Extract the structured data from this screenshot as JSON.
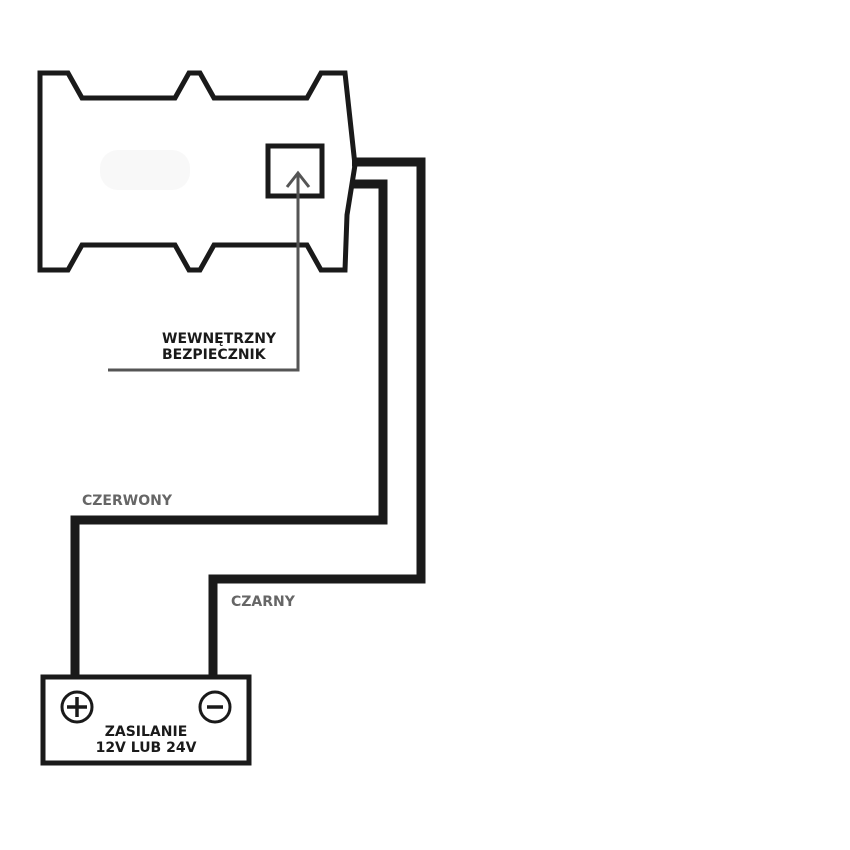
{
  "labels": {
    "fuse_line1": "WEWNĘTRZNY",
    "fuse_line2": "BEZPIECZNIK",
    "red_wire": "CZERWONY",
    "black_wire": "CZARNY",
    "power_line1": "ZASILANIE",
    "power_line2": "12V LUB 24V"
  },
  "colors": {
    "stroke": "#1a1a1a",
    "fuse_arrow": "#555555",
    "wire_label": "#666666",
    "background": "#ffffff"
  },
  "icons": {
    "positive": "plus-terminal-icon",
    "negative": "minus-terminal-icon"
  }
}
